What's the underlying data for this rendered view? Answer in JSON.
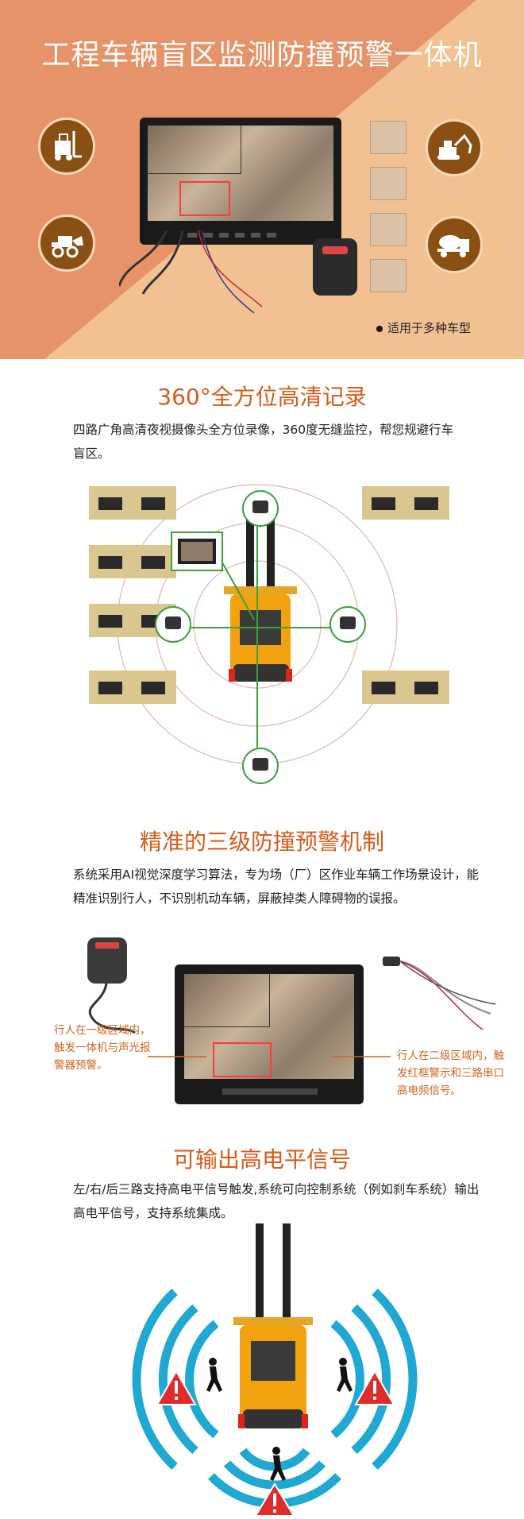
{
  "hero": {
    "title": "工程车辆盲区监测防撞预警一体机",
    "note": "适用于多种车型",
    "colors": {
      "left": "#e6936a",
      "right": "#f2c192",
      "title": "#ffffff"
    },
    "icons": [
      "forklift-icon",
      "wheel-loader-icon",
      "excavator-icon",
      "mixer-truck-icon"
    ]
  },
  "section1": {
    "title": "360°全方位高清记录",
    "description": "四路广角高清夜视摄像头全方位录像，360度无缝监控，帮您规避行车盲区。"
  },
  "section2": {
    "title": "精准的三级防撞预警机制",
    "description": "系统采用AI视觉深度学习算法，专为场（厂）区作业车辆工作场景设计，能精准识别行人，不识别机动车辆，屏蔽掉类人障碍物的误报。",
    "callout_left": "行人在一级区域内，触发一体机与声光报警器预警。",
    "callout_right": "行人在二级区域内，触发红框警示和三路串口高电频信号。"
  },
  "section3": {
    "title": "可输出高电平信号",
    "description": "左/右/后三路支持高电平信号触发,系统可向控制系统（例如刹车系统）输出高电平信号，支持系统集成。"
  },
  "colors": {
    "accent": "#d85c1a",
    "wave": "#1fa8d2",
    "warning": "#e02b2b",
    "green": "#3aa23a",
    "forklift": "#f2a20f"
  }
}
